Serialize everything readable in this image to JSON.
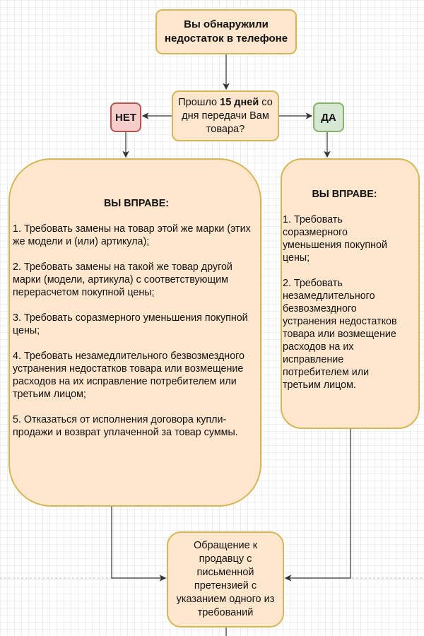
{
  "start": {
    "text": "Вы обнаружили недостаток в телефоне"
  },
  "decision": {
    "pre": "Прошло ",
    "bold": "15 дней",
    "post": " со дня передачи Вам товара?"
  },
  "no_label": "НЕТ",
  "yes_label": "ДА",
  "left": {
    "title": "ВЫ ВПРАВЕ:",
    "items": [
      "1. Требовать замены на товар этой же марки (этих же модели и (или) артикула);",
      "2. Требовать замены на такой же товар другой марки (модели, артикула) с соответствующим перерасчетом покупной цены;",
      "3. Требовать соразмерного уменьшения покупной цены;",
      "4. Требовать незамедлительного безвозмездного устранения недостатков товара или возмещение расходов на их исправление потребителем или третьим лицом;",
      "5. Отказаться от исполнения договора купли-продажи и возврат уплаченной за товар суммы."
    ]
  },
  "right": {
    "title": "ВЫ ВПРАВЕ:",
    "items": [
      "1. Требовать соразмерного уменьшения покупной цены;",
      "2. Требовать незамедлительного безвозмездного устранения недостатков товара или возмещение расходов на их исправление потребителем или третьим лицом."
    ]
  },
  "end": {
    "text": "Обращение к продавцу с письменной претензией с указанием одного из требований"
  }
}
